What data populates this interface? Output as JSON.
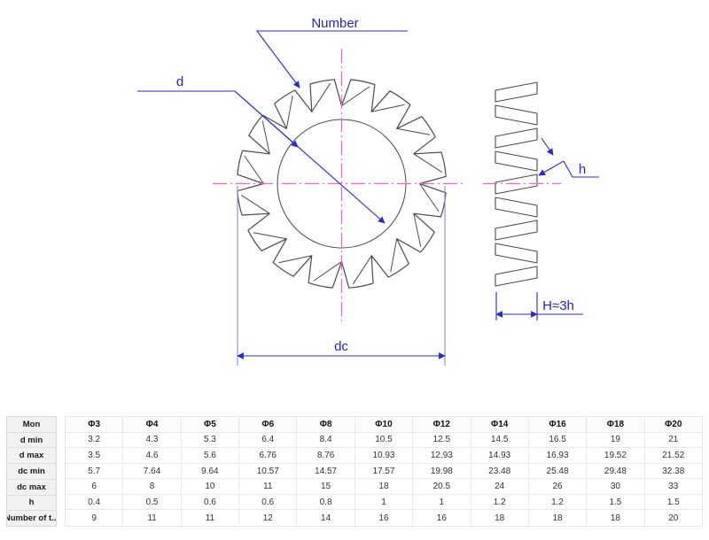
{
  "drawing": {
    "labels": {
      "number": "Number",
      "d": "d",
      "dc": "dc",
      "h": "h",
      "h_total": "H≈3h"
    },
    "teeth_count": 16,
    "colors": {
      "outline": "#4a4a4f",
      "dimension_blue": "#2a2ad0",
      "centerline_pink": "#ff5fc8"
    }
  },
  "table": {
    "header": [
      "Mon",
      "Φ3",
      "Φ4",
      "Φ5",
      "Φ6",
      "Φ8",
      "Φ10",
      "Φ12",
      "Φ14",
      "Φ16",
      "Φ18",
      "Φ20"
    ],
    "rows": [
      {
        "label": "d min",
        "values": [
          "3.2",
          "4.3",
          "5.3",
          "6.4",
          "8.4",
          "10.5",
          "12.5",
          "14.5",
          "16.5",
          "19",
          "21"
        ]
      },
      {
        "label": "d max",
        "values": [
          "3.5",
          "4.6",
          "5.6",
          "6.76",
          "8.76",
          "10.93",
          "12.93",
          "14.93",
          "16.93",
          "19.52",
          "21.52"
        ]
      },
      {
        "label": "dc min",
        "values": [
          "5.7",
          "7.64",
          "9.64",
          "10.57",
          "14.57",
          "17.57",
          "19.98",
          "23.48",
          "25.48",
          "29.48",
          "32.38"
        ]
      },
      {
        "label": "dc max",
        "values": [
          "6",
          "8",
          "10",
          "11",
          "15",
          "18",
          "20.5",
          "24",
          "26",
          "30",
          "33"
        ]
      },
      {
        "label": "h",
        "values": [
          "0.4",
          "0.5",
          "0.6",
          "0.6",
          "0.8",
          "1",
          "1",
          "1.2",
          "1.2",
          "1.5",
          "1.5"
        ]
      },
      {
        "label": "Number of t...",
        "values": [
          "9",
          "11",
          "11",
          "12",
          "14",
          "16",
          "16",
          "18",
          "18",
          "18",
          "20"
        ]
      }
    ]
  }
}
